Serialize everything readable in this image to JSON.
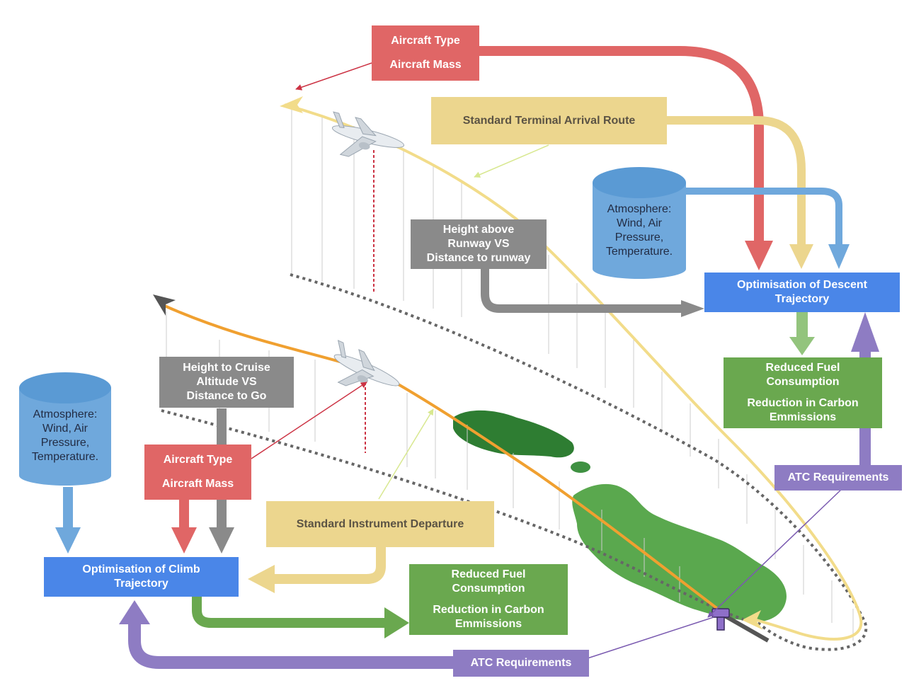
{
  "descent": {
    "aircraft": {
      "type_label": "Aircraft Type",
      "mass_label": "Aircraft Mass"
    },
    "star_label": "Standard Terminal Arrival Route",
    "atmosphere": {
      "line1": "Atmosphere:",
      "line2": "Wind,",
      "line3": "Air Pressure,",
      "line4": "Temperature."
    },
    "height_label": {
      "line1": "Height above",
      "line2": "Runway VS",
      "line3": "Distance to runway"
    },
    "optimisation": {
      "line1": "Optimisation of Descent",
      "line2": "Trajectory"
    },
    "outcome": {
      "line1": "Reduced Fuel",
      "line2": "Consumption",
      "line3": "Reduction in Carbon",
      "line4": "Emmissions"
    },
    "atc_label": "ATC Requirements"
  },
  "climb": {
    "height_label": {
      "line1": "Height to Cruise",
      "line2": "Altitude VS",
      "line3": "Distance to Go"
    },
    "atmosphere": {
      "line1": "Atmosphere:",
      "line2": "Wind,",
      "line3": "Air Pressure,",
      "line4": "Temperature."
    },
    "aircraft": {
      "type_label": "Aircraft Type",
      "mass_label": "Aircraft Mass"
    },
    "sid_label": "Standard Instrument Departure",
    "optimisation": {
      "line1": "Optimisation of Climb",
      "line2": "Trajectory"
    },
    "outcome": {
      "line1": "Reduced Fuel",
      "line2": "Consumption",
      "line3": "Reduction in Carbon",
      "line4": "Emmissions"
    },
    "atc_label": "ATC Requirements"
  },
  "colors": {
    "aircraft": "#e06666",
    "route": "#ecd68e",
    "height": "#8a8a8a",
    "optimisation": "#4a86e8",
    "outcome": "#6aa84f",
    "atc": "#8e7cc3",
    "atmosphere": "#6fa8dc",
    "climb_path": "#f0a030",
    "descent_path": "#f2dc8a",
    "island": "#5aa84e",
    "island_dark": "#2e7d32"
  },
  "icons": {
    "aircraft": "airplane-icon",
    "tower": "control-tower-icon",
    "atmosphere": "database-cylinder-icon"
  }
}
